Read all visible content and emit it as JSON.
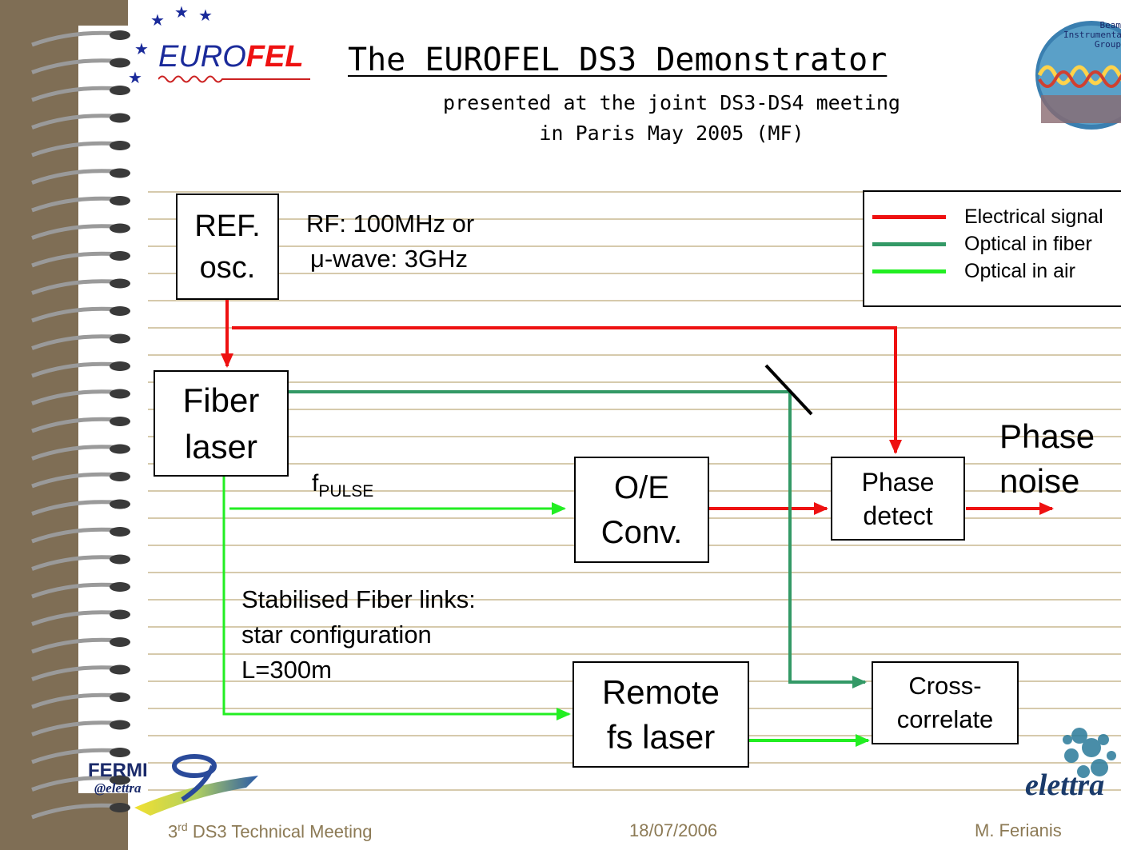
{
  "title": "The EUROFEL DS3 Demonstrator",
  "subtitle": [
    "presented at the joint DS3-DS4 meeting",
    "in Paris May 2005 (MF)"
  ],
  "logos": {
    "eurofel": {
      "text_euro": "EURO",
      "text_fel": "FEL"
    },
    "beam_instrumentation": {
      "text": "Beam Instrumentation Group"
    },
    "fermi": {
      "text_main": "FERMI",
      "text_sub": "@elettra"
    },
    "elettra": {
      "text": "elettra"
    }
  },
  "blocks": {
    "ref_osc": "REF.\nosc.",
    "fiber_laser": "Fiber\nlaser",
    "oe_conv": "O/E\nConv.",
    "phase_detect": "Phase\ndetect",
    "remote_laser": "Remote\nfs laser",
    "cross_correlate": "Cross-\ncorrelate"
  },
  "labels": {
    "rf_line1": "RF: 100MHz or",
    "rf_line2": "μ-wave: 3GHz",
    "f_pulse_main": "f",
    "f_pulse_sub": "PULSE",
    "phase_noise": "Phase\nnoise",
    "fiber_links_1": "Stabilised Fiber links:",
    "fiber_links_2": "star configuration",
    "fiber_links_3": "L=300m"
  },
  "legend": [
    {
      "label": "Electrical signal",
      "color": "#ee1111"
    },
    {
      "label": "Optical in fiber",
      "color": "#339966"
    },
    {
      "label": "Optical in air",
      "color": "#22ee22"
    }
  ],
  "colors": {
    "electrical": "#ee1111",
    "fiber": "#339966",
    "air": "#22ee22",
    "binder": "#7f6e55",
    "rule": "#c8b890",
    "footer": "#8c7a55"
  },
  "footer": {
    "left_num": "3",
    "left_sup": "rd",
    "left_rest": " DS3 Technical Meeting",
    "center": "18/07/2006",
    "right": "M. Ferianis"
  }
}
